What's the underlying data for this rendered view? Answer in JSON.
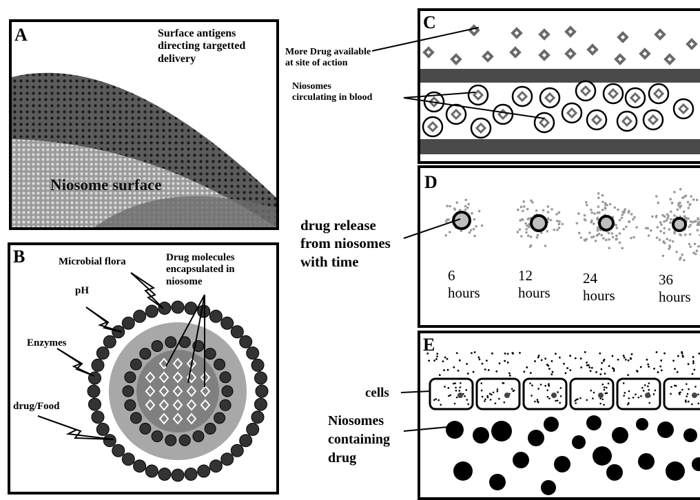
{
  "panels": {
    "A": {
      "letter": "A",
      "annotation": [
        "Surface antigens",
        "directing targetted",
        "delivery"
      ],
      "surface_label": "Niosome surface"
    },
    "B": {
      "letter": "B",
      "labels": {
        "microbial": "Microbial flora",
        "ph": "pH",
        "enzymes": "Enzymes",
        "drugfood": "drug/Food",
        "drug_mol": [
          "Drug molecules",
          "encapsulated in",
          "niosome"
        ]
      }
    },
    "C": {
      "letter": "C",
      "more_drug": [
        "More Drug available",
        "at site of action"
      ],
      "circulating": [
        "Niosomes",
        "circulating in blood"
      ]
    },
    "D": {
      "letter": "D",
      "side_label": [
        "drug release",
        "from niosomes",
        "with time"
      ],
      "times": [
        {
          "value": "6",
          "unit": "hours"
        },
        {
          "value": "12",
          "unit": "hours"
        },
        {
          "value": "24",
          "unit": "hours"
        },
        {
          "value": "36",
          "unit": "hours"
        }
      ]
    },
    "E": {
      "letter": "E",
      "cells_label": "cells",
      "niosome_label": [
        "Niosomes",
        "containing",
        "drug"
      ]
    }
  },
  "colors": {
    "stroke": "#000000",
    "sphere_dark": "#3a3a3a",
    "sphere_light": "#bdbdbd",
    "drug_diamond": "#6a6a6a",
    "core_grey": "#bfbfbf"
  }
}
